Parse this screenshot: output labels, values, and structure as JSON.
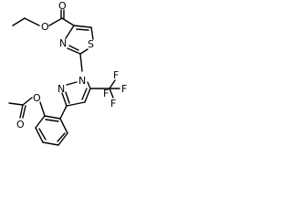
{
  "molecule": {
    "atom_labels": {
      "ester_o_carbonyl": "O",
      "ester_o_ether": "O",
      "thiazole_n": "N",
      "thiazole_s": "S",
      "pyrazole_n1": "N",
      "pyrazole_n2": "N",
      "cf3": "F",
      "cf3_f1": "F",
      "cf3_f2": "F",
      "cf3_f3": "F",
      "aryl_o": "O",
      "acetyl_o": "O"
    },
    "colors": {
      "bond": "#000000",
      "text": "#000000",
      "background": "#ffffff"
    }
  }
}
